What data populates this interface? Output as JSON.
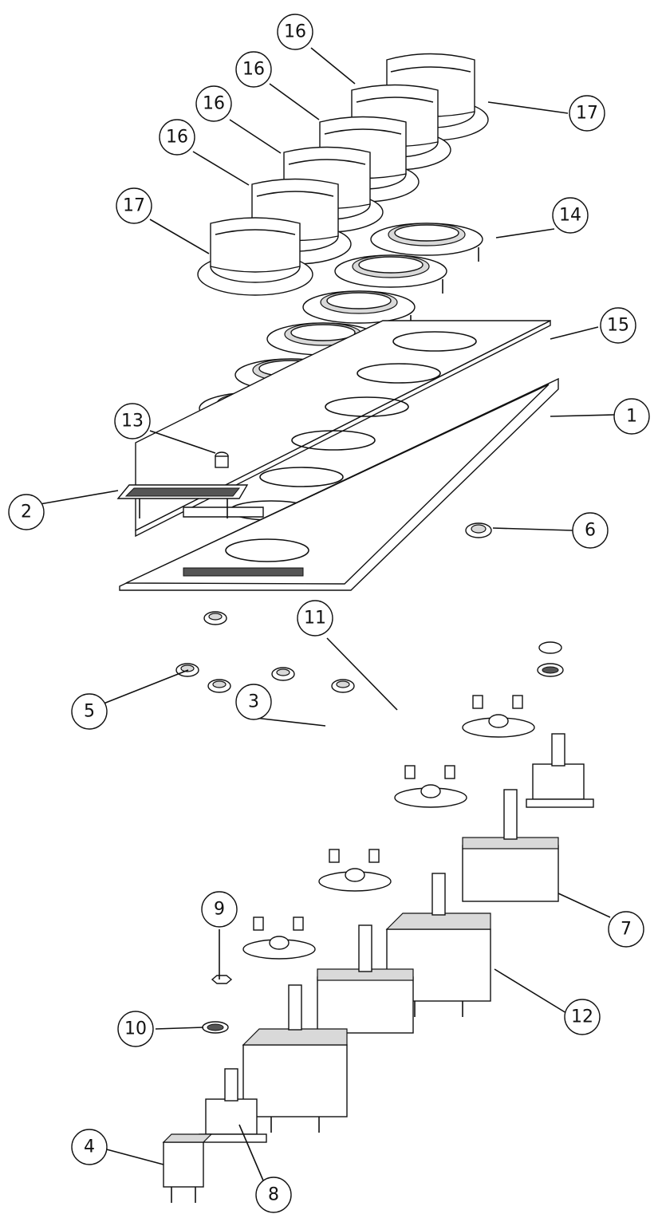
{
  "callouts": [
    {
      "label": "16",
      "name": "callout-16a"
    },
    {
      "label": "16",
      "name": "callout-16b"
    },
    {
      "label": "16",
      "name": "callout-16c"
    },
    {
      "label": "16",
      "name": "callout-16d"
    },
    {
      "label": "17",
      "name": "callout-17-right"
    },
    {
      "label": "17",
      "name": "callout-17-left"
    },
    {
      "label": "14",
      "name": "callout-14"
    },
    {
      "label": "15",
      "name": "callout-15"
    },
    {
      "label": "1",
      "name": "callout-1"
    },
    {
      "label": "13",
      "name": "callout-13"
    },
    {
      "label": "2",
      "name": "callout-2"
    },
    {
      "label": "6",
      "name": "callout-6"
    },
    {
      "label": "5",
      "name": "callout-5"
    },
    {
      "label": "11",
      "name": "callout-11"
    },
    {
      "label": "3",
      "name": "callout-3"
    },
    {
      "label": "9",
      "name": "callout-9"
    },
    {
      "label": "7",
      "name": "callout-7"
    },
    {
      "label": "10",
      "name": "callout-10"
    },
    {
      "label": "12",
      "name": "callout-12"
    },
    {
      "label": "4",
      "name": "callout-4"
    },
    {
      "label": "8",
      "name": "callout-8"
    }
  ]
}
